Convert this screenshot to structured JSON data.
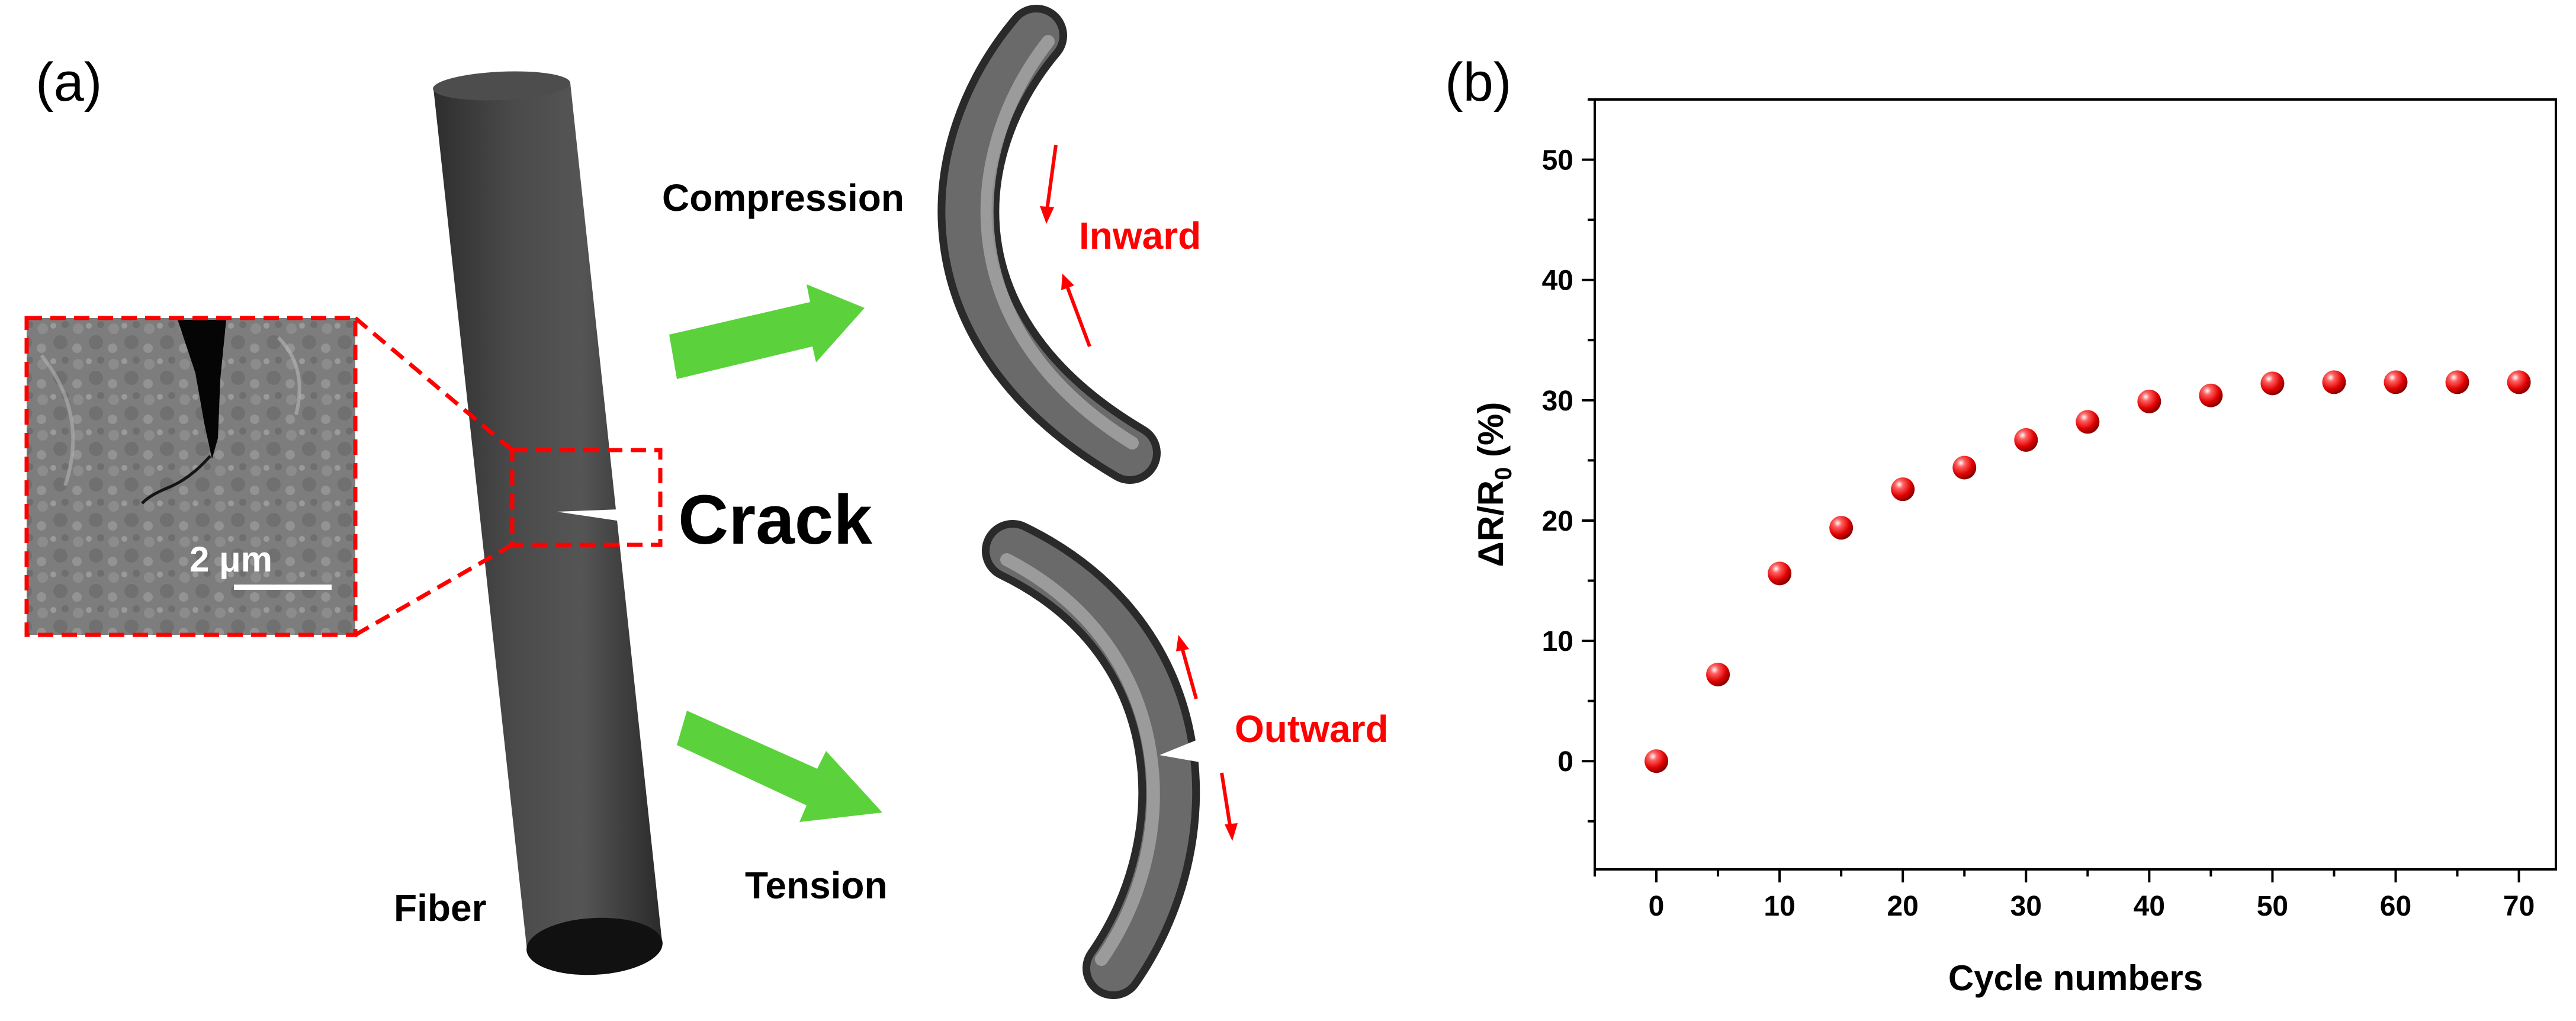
{
  "panel_a": {
    "label": "(a)",
    "fiber_label": "Fiber",
    "crack_label": "Crack",
    "scale_bar_label": "2 μm",
    "compression_label": "Compression",
    "tension_label": "Tension",
    "inward_label": "Inward",
    "outward_label": "Outward"
  },
  "panel_b": {
    "label": "(b)"
  },
  "colors": {
    "fiber": "#3c3c3c",
    "highlight_red": "#ff0000",
    "arrow_green": "#5bd23c",
    "marker_red": "#e01010"
  },
  "chart_data": {
    "type": "scatter",
    "title": "",
    "xlabel": "Cycle numbers",
    "ylabel_parts": [
      "ΔR/R",
      "0",
      " (%)"
    ],
    "xlim": [
      -5,
      73
    ],
    "ylim": [
      -9,
      55
    ],
    "xticks": [
      0,
      10,
      20,
      30,
      40,
      50,
      60,
      70
    ],
    "yticks": [
      0,
      10,
      20,
      30,
      40,
      50
    ],
    "grid": false,
    "x": [
      0,
      5,
      10,
      15,
      20,
      25,
      30,
      35,
      40,
      45,
      50,
      55,
      60,
      65,
      70
    ],
    "y": [
      0,
      7.2,
      15.6,
      19.4,
      22.6,
      24.4,
      26.7,
      28.2,
      29.9,
      30.4,
      31.4,
      31.5,
      31.5,
      31.5,
      31.5
    ]
  }
}
